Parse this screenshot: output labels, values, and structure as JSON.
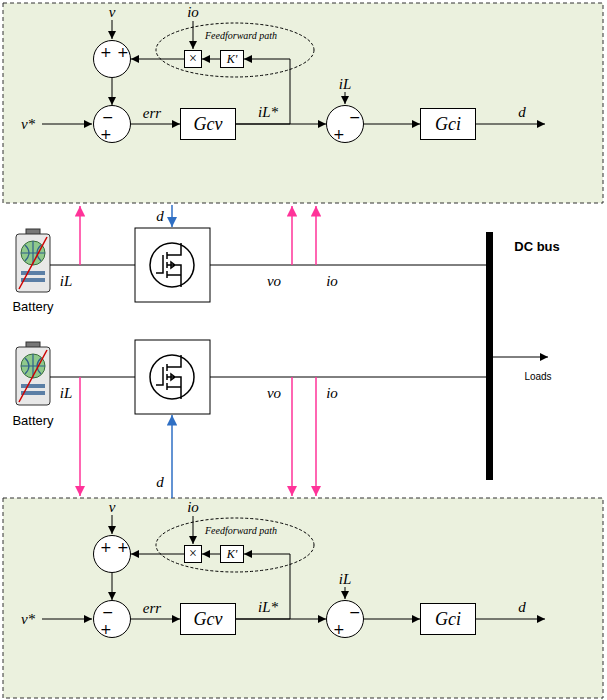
{
  "diagram": {
    "nodes": [
      {
        "text": [
          "+",
          "+"
        ]
      },
      {
        "text": [
          "Feedforward path"
        ]
      },
      {
        "text": [
          "×"
        ],
        "in": 1
      },
      {
        "text": [
          "K'"
        ],
        "in": 1
      },
      {
        "text": [
          "−",
          "+"
        ]
      },
      {
        "text": [
          "Gcv"
        ]
      },
      {
        "text": [
          "−",
          "+"
        ]
      },
      {
        "text": [
          "Gci"
        ]
      },
      {
        "text": [
          "+",
          "+"
        ]
      },
      {
        "text": [
          "Feedforward path"
        ]
      },
      {
        "text": [
          "×"
        ],
        "in": 9
      },
      {
        "text": [
          "K'"
        ],
        "in": 9
      },
      {
        "text": [
          "−",
          "+"
        ]
      },
      {
        "text": [
          "Gcv"
        ]
      },
      {
        "text": [
          "−",
          "+"
        ]
      },
      {
        "text": [
          "Gci"
        ]
      }
    ],
    "edges": [
      {
        "from": 0,
        "to": 4,
        "arrow": "to"
      },
      {
        "from": 4,
        "to": 5,
        "arrow": "to"
      },
      {
        "from": 5,
        "to": 6,
        "arrow": "to"
      },
      {
        "from": 5,
        "to": 3,
        "arrow": "to"
      },
      {
        "from": 3,
        "to": 2,
        "arrow": "to"
      },
      {
        "from": 2,
        "to": 0,
        "arrow": "to"
      },
      {
        "from": 6,
        "to": 7,
        "arrow": "to"
      },
      {
        "from": 8,
        "to": 12,
        "arrow": "to"
      },
      {
        "from": 12,
        "to": 13,
        "arrow": "to"
      },
      {
        "from": 13,
        "to": 14,
        "arrow": "to"
      },
      {
        "from": 13,
        "to": 11,
        "arrow": "to"
      },
      {
        "from": 11,
        "to": 10,
        "arrow": "to"
      },
      {
        "from": 10,
        "to": 8,
        "arrow": "to"
      },
      {
        "from": 14,
        "to": 15,
        "arrow": "to"
      }
    ],
    "labels": [
      "v",
      "io",
      "v*",
      "err",
      "iL*",
      "iL",
      "d",
      "d",
      "iL",
      "vo",
      "io",
      "Battery",
      "DC bus",
      "Loads",
      "iL",
      "vo",
      "io",
      "Battery",
      "d",
      "v",
      "io",
      "v*",
      "err",
      "iL*",
      "iL",
      "d"
    ]
  }
}
